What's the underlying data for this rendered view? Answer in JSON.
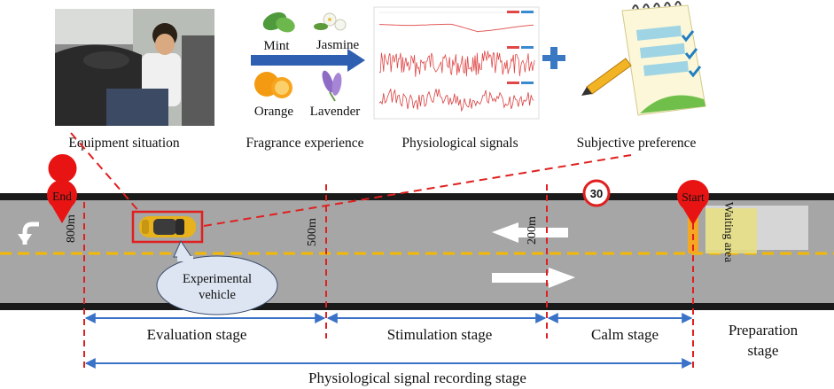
{
  "top_panels": {
    "equipment": "Equipment situation",
    "fragrance": "Fragrance experience",
    "physio": "Physiological signals",
    "subjective": "Subjective preference",
    "fragrances": [
      "Mint",
      "Jasmine",
      "Orange",
      "Lavender"
    ]
  },
  "road": {
    "end_pin": "End",
    "start_pin": "Start",
    "speed_limit": "30",
    "markers": [
      "800m",
      "500m",
      "200m"
    ],
    "vehicle_label": "Experimental vehicle",
    "waiting_area": "Waiting area"
  },
  "stages": {
    "evaluation": "Evaluation stage",
    "stimulation": "Stimulation stage",
    "calm": "Calm stage",
    "preparation": "Preparation stage",
    "recording": "Physiological signal recording stage"
  },
  "colors": {
    "pin_red": "#e81414",
    "dashed_red": "#e02020",
    "road_gray": "#a6a6a6",
    "road_border": "#1a1a1a",
    "lane_yellow": "#f5b800",
    "stage_arrow_blue": "#3a72c8",
    "fragrance_arrow_blue": "#2f5fb0",
    "plus_blue": "#3b78c4",
    "signal_red": "#e04848"
  }
}
